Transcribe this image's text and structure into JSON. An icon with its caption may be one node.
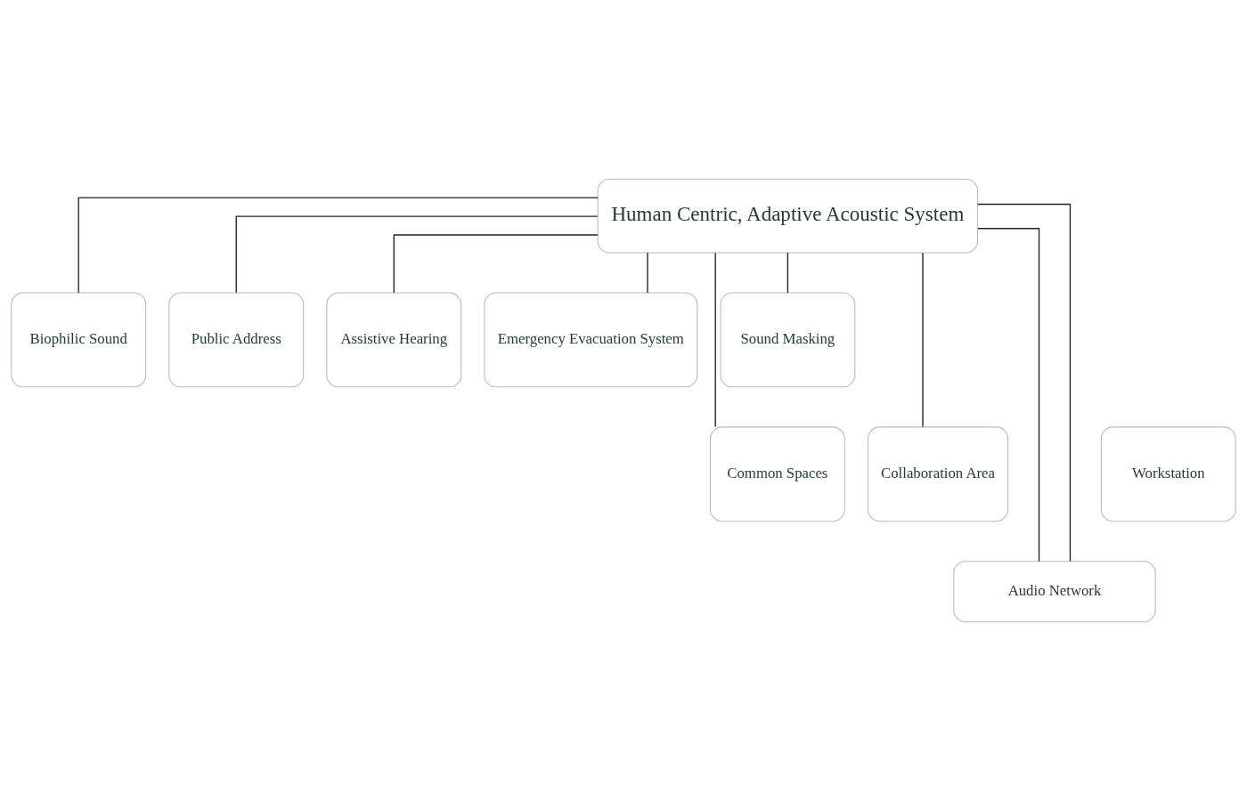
{
  "diagram": {
    "nodes": [
      {
        "text": [
          "Human Centric, Adaptive Acoustic System"
        ]
      },
      {
        "text": [
          "Biophilic Sound"
        ]
      },
      {
        "text": [
          "Public Address"
        ]
      },
      {
        "text": [
          "Assistive Hearing"
        ]
      },
      {
        "text": [
          "Emergency Evacuation System"
        ]
      },
      {
        "text": [
          "Sound Masking"
        ]
      },
      {
        "text": [
          "Common Spaces"
        ]
      },
      {
        "text": [
          "Workstation"
        ]
      },
      {
        "text": [
          "Collaboration Area"
        ]
      },
      {
        "text": [
          "Audio Network"
        ]
      }
    ],
    "edges": [
      {
        "from": 0,
        "to": 1,
        "arrow": "none"
      },
      {
        "from": 0,
        "to": 2,
        "arrow": "none"
      },
      {
        "from": 0,
        "to": 3,
        "arrow": "none"
      },
      {
        "from": 0,
        "to": 4,
        "arrow": "none"
      },
      {
        "from": 0,
        "to": 5,
        "arrow": "none"
      },
      {
        "from": 0,
        "to": 6,
        "arrow": "none"
      },
      {
        "from": 0,
        "to": 9,
        "arrow": "none"
      },
      {
        "from": 0,
        "to": 8,
        "arrow": "none"
      },
      {
        "from": 0,
        "to": 9,
        "arrow": "none"
      }
    ]
  }
}
